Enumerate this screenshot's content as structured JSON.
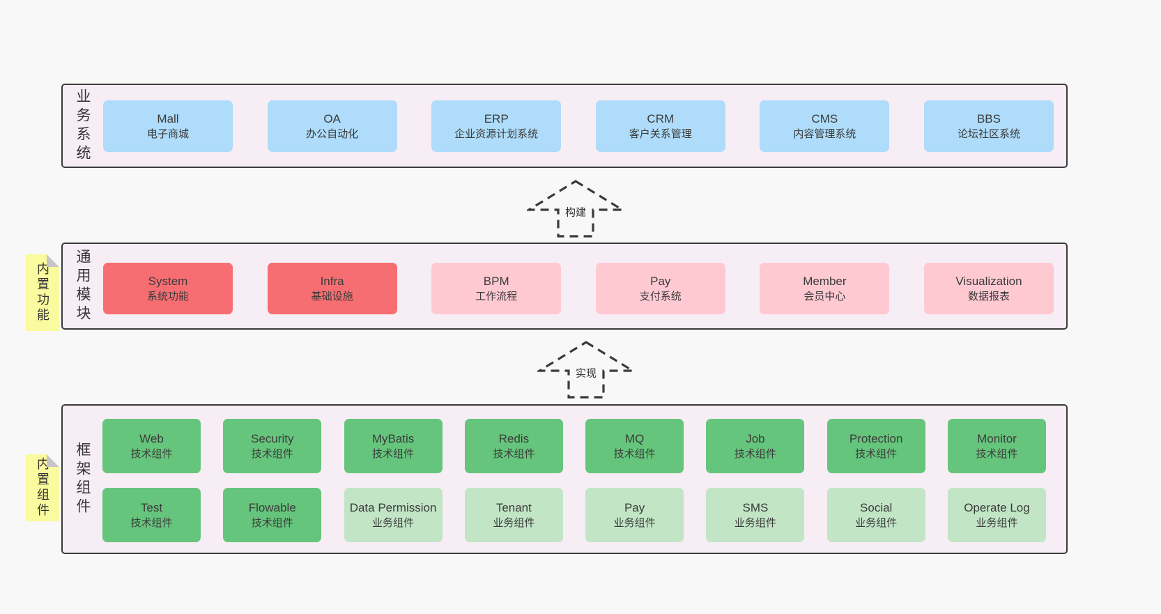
{
  "colors": {
    "page_bg": "#f8f8f8",
    "panel_bg": "#f7edf5",
    "panel_border": "#3a3a3a",
    "box_blue": "#aedcfa",
    "box_red": "#f76e72",
    "box_pink": "#ffc9d2",
    "box_green_dark": "#66c57c",
    "box_green_light": "#c2e5c6",
    "tab_yellow": "#fafa9e",
    "fold_gray": "#c6c6c6",
    "text": "#333333"
  },
  "sections": [
    {
      "label": "业务系统",
      "boxes": [
        {
          "title": "Mall",
          "subtitle": "电子商城"
        },
        {
          "title": "OA",
          "subtitle": "办公自动化"
        },
        {
          "title": "ERP",
          "subtitle": "企业资源计划系统"
        },
        {
          "title": "CRM",
          "subtitle": "客户关系管理"
        },
        {
          "title": "CMS",
          "subtitle": "内容管理系统"
        },
        {
          "title": "BBS",
          "subtitle": "论坛社区系统"
        }
      ]
    },
    {
      "label": "通用模块",
      "tab": "内置功能",
      "boxes": [
        {
          "title": "System",
          "subtitle": "系统功能"
        },
        {
          "title": "Infra",
          "subtitle": "基础设施"
        },
        {
          "title": "BPM",
          "subtitle": "工作流程"
        },
        {
          "title": "Pay",
          "subtitle": "支付系统"
        },
        {
          "title": "Member",
          "subtitle": "会员中心"
        },
        {
          "title": "Visualization",
          "subtitle": "数据报表"
        }
      ]
    },
    {
      "label": "框架组件",
      "tab": "内置组件",
      "rows": [
        [
          {
            "title": "Web",
            "subtitle": "技术组件"
          },
          {
            "title": "Security",
            "subtitle": "技术组件"
          },
          {
            "title": "MyBatis",
            "subtitle": "技术组件"
          },
          {
            "title": "Redis",
            "subtitle": "技术组件"
          },
          {
            "title": "MQ",
            "subtitle": "技术组件"
          },
          {
            "title": "Job",
            "subtitle": "技术组件"
          },
          {
            "title": "Protection",
            "subtitle": "技术组件"
          },
          {
            "title": "Monitor",
            "subtitle": "技术组件"
          }
        ],
        [
          {
            "title": "Test",
            "subtitle": "技术组件"
          },
          {
            "title": "Flowable",
            "subtitle": "技术组件"
          },
          {
            "title": "Data Permission",
            "subtitle": "业务组件"
          },
          {
            "title": "Tenant",
            "subtitle": "业务组件"
          },
          {
            "title": "Pay",
            "subtitle": "业务组件"
          },
          {
            "title": "SMS",
            "subtitle": "业务组件"
          },
          {
            "title": "Social",
            "subtitle": "业务组件"
          },
          {
            "title": "Operate Log",
            "subtitle": "业务组件"
          }
        ]
      ]
    }
  ],
  "arrows": [
    {
      "label": "构建"
    },
    {
      "label": "实现"
    }
  ]
}
